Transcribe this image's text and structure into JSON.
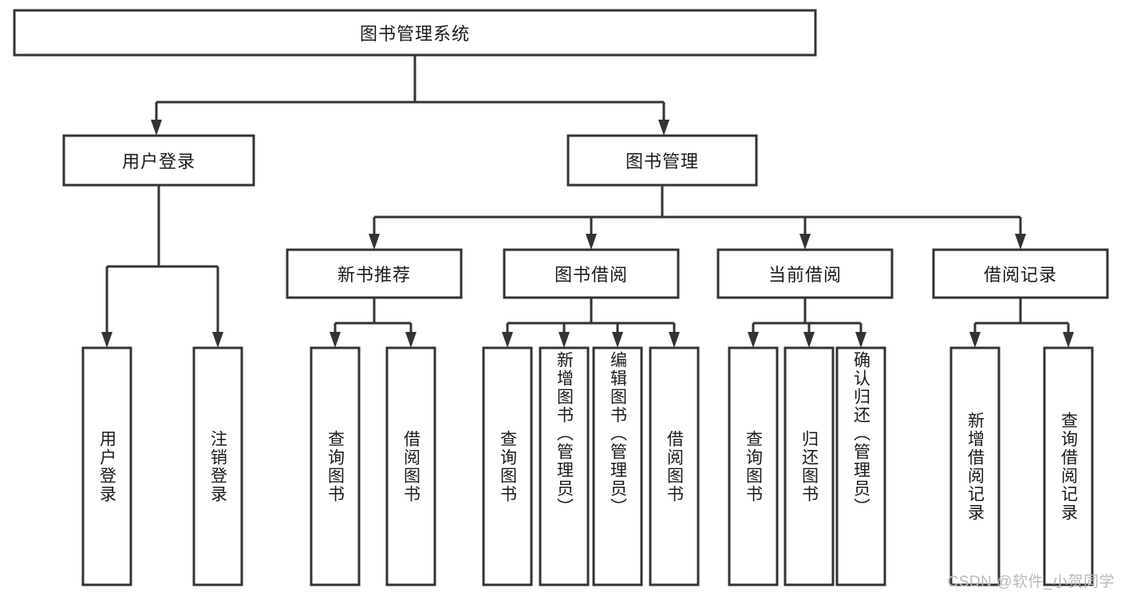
{
  "diagram": {
    "title": "图书管理系统",
    "type": "tree",
    "watermark": "CSDN @软件_小贺同学",
    "root": {
      "id": "root",
      "label": "图书管理系统",
      "orientation": "horizontal"
    },
    "level2": [
      {
        "id": "user-login",
        "label": "用户登录",
        "orientation": "horizontal"
      },
      {
        "id": "book-management",
        "label": "图书管理",
        "orientation": "horizontal"
      }
    ],
    "level3": [
      {
        "id": "new-book-recommend",
        "label": "新书推荐",
        "orientation": "horizontal",
        "parent": "book-management"
      },
      {
        "id": "book-borrow",
        "label": "图书借阅",
        "orientation": "horizontal",
        "parent": "book-management"
      },
      {
        "id": "current-borrow",
        "label": "当前借阅",
        "orientation": "horizontal",
        "parent": "book-management"
      },
      {
        "id": "borrow-record",
        "label": "借阅记录",
        "orientation": "horizontal",
        "parent": "book-management"
      }
    ],
    "leaves": {
      "user-login": [
        {
          "id": "leaf-user-login",
          "label": "用户登录",
          "orientation": "vertical"
        },
        {
          "id": "leaf-logout",
          "label": "注销登录",
          "orientation": "vertical"
        }
      ],
      "new-book-recommend": [
        {
          "id": "leaf-query-book-1",
          "label": "查询图书",
          "orientation": "vertical"
        },
        {
          "id": "leaf-borrow-book-1",
          "label": "借阅图书",
          "orientation": "vertical"
        }
      ],
      "book-borrow": [
        {
          "id": "leaf-query-book-2",
          "label": "查询图书",
          "orientation": "vertical"
        },
        {
          "id": "leaf-add-book",
          "label": "新增图书（管理员）",
          "orientation": "vertical"
        },
        {
          "id": "leaf-edit-book",
          "label": "编辑图书（管理员）",
          "orientation": "vertical"
        },
        {
          "id": "leaf-borrow-book-2",
          "label": "借阅图书",
          "orientation": "vertical"
        }
      ],
      "current-borrow": [
        {
          "id": "leaf-query-book-3",
          "label": "查询图书",
          "orientation": "vertical"
        },
        {
          "id": "leaf-return-book",
          "label": "归还图书",
          "orientation": "vertical"
        },
        {
          "id": "leaf-confirm-return",
          "label": "确认归还（管理员）",
          "orientation": "vertical"
        }
      ],
      "borrow-record": [
        {
          "id": "leaf-add-record",
          "label": "新增借阅记录",
          "orientation": "vertical"
        },
        {
          "id": "leaf-query-record",
          "label": "查询借阅记录",
          "orientation": "vertical"
        }
      ]
    },
    "colors": {
      "stroke": "#333333",
      "fill": "#ffffff",
      "text": "#1a1a1a",
      "watermark": "#b9b9b9",
      "background": "#ffffff"
    }
  }
}
